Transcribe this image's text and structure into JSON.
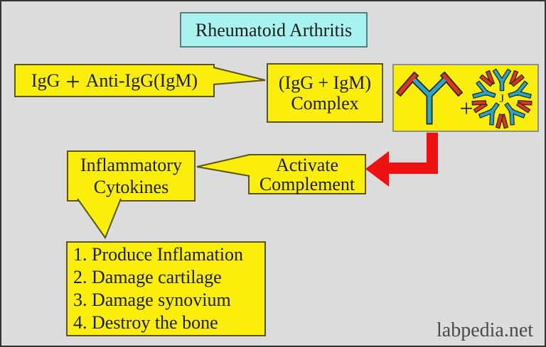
{
  "title": {
    "label": "Rheumatoid Arthritis"
  },
  "reactants": {
    "igg": "IgG",
    "plus": "+",
    "rest": "Anti-IgG(IgM)"
  },
  "complex": {
    "line1": "(IgG + IgM)",
    "line2": "Complex"
  },
  "immune_complex_figure": {
    "igg_icon": "igg-antibody",
    "igm_icon": "igm-pentamer",
    "plus": "+",
    "j_chain": "J"
  },
  "activate": {
    "line1": "Activate",
    "line2": "Complement"
  },
  "cytokines": {
    "line1": "Inflammatory",
    "line2": "Cytokines"
  },
  "effects": {
    "items": [
      "1. Produce Inflamation",
      "2. Damage cartilage",
      "3. Damage synovium",
      "4. Destroy the bone"
    ]
  },
  "watermark": {
    "label": "labpedia.net"
  },
  "colors": {
    "background": "#dcdcdc",
    "frame": "#333333",
    "box_yellow": "#fbee0a",
    "box_border": "#5b5513",
    "title_fill": "#a8f2ef",
    "title_border": "#557e7e",
    "figure_box_border": "#8f8f8f",
    "arrow_red": "#ee1111",
    "antibody_blue": "#2aa4cd",
    "antibody_red": "#e03420",
    "antibody_outline": "#23291c",
    "text": "#1c1c1c",
    "watermark_text": "#4a4a4a"
  }
}
